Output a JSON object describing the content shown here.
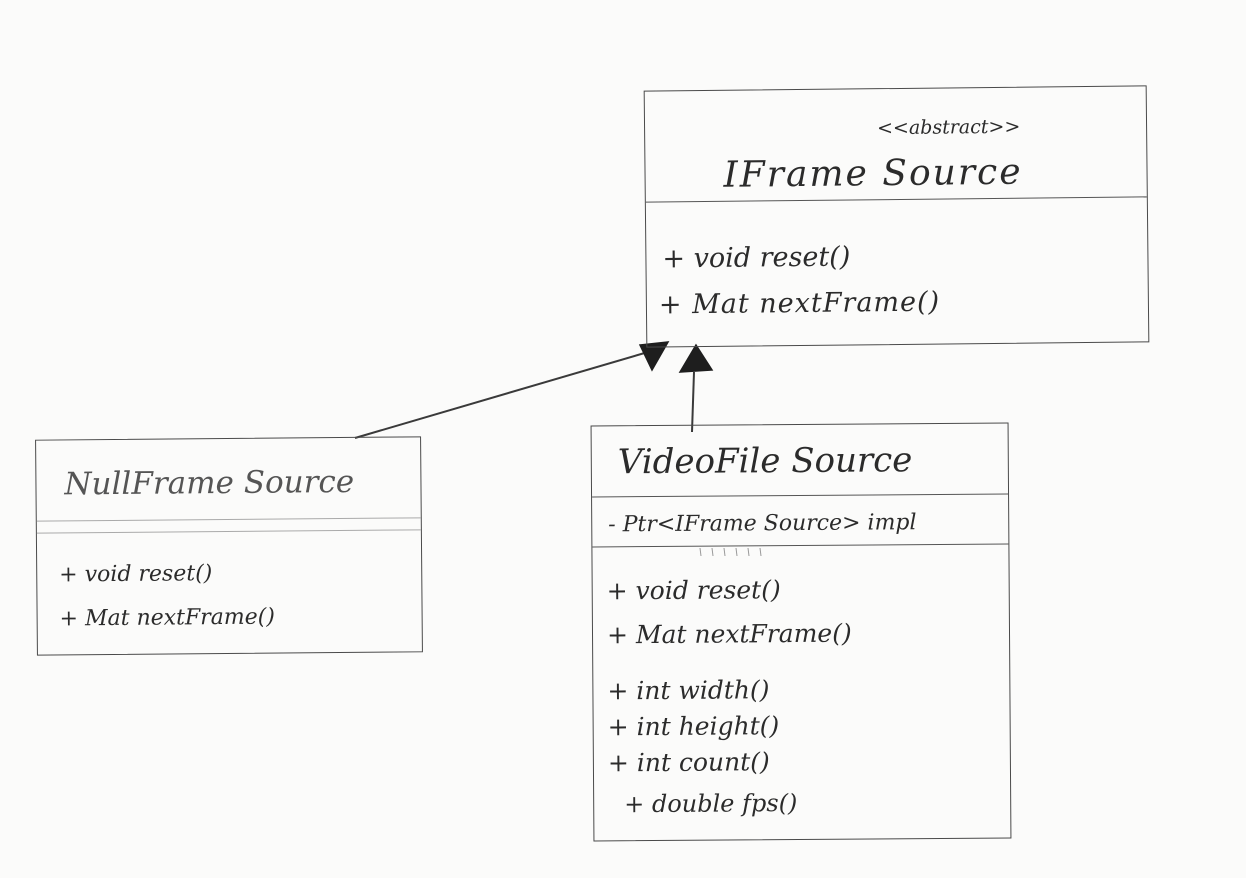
{
  "diagram": {
    "interface": {
      "stereotype": "<<abstract>>",
      "name": "IFrame Source",
      "methods": [
        "+ void reset()",
        "+ Mat nextFrame()"
      ]
    },
    "null_source": {
      "name": "NullFrame Source",
      "methods": [
        "+ void reset()",
        "+ Mat nextFrame()"
      ]
    },
    "video_source": {
      "name": "VideoFile Source",
      "attributes": [
        "- Ptr<IFrame Source> impl"
      ],
      "methods": [
        "+ void reset()",
        "+ Mat nextFrame()",
        "+ int width()",
        "+ int height()",
        "+ int count()",
        "+ double fps()"
      ]
    },
    "relations": [
      {
        "from": "NullFrame Source",
        "to": "IFrame Source",
        "type": "generalization"
      },
      {
        "from": "VideoFile Source",
        "to": "IFrame Source",
        "type": "generalization"
      }
    ]
  }
}
